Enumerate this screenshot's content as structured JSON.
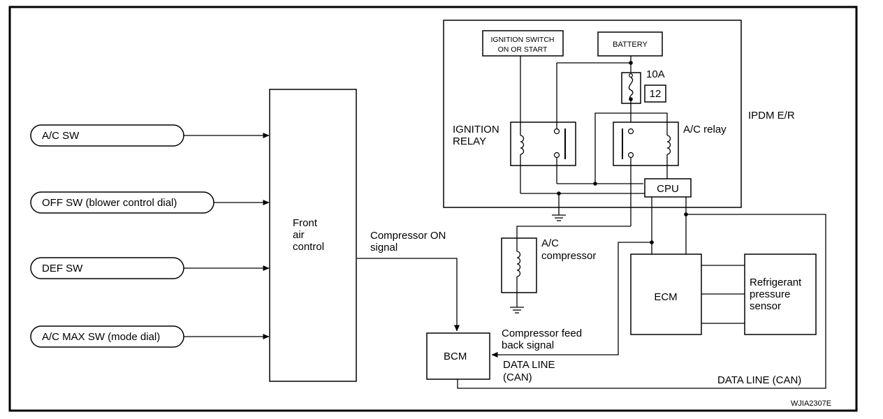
{
  "inputs": {
    "ac_sw": "A/C SW",
    "off_sw": "OFF SW (blower control dial)",
    "def_sw": "DEF SW",
    "ac_max_sw": "A/C MAX SW (mode dial)"
  },
  "front_air_control": [
    "Front",
    "air",
    "control"
  ],
  "compressor_on_signal": [
    "Compressor ON",
    "signal"
  ],
  "ipdm": {
    "title": "IPDM E/R",
    "ignition_switch": [
      "IGNITION SWITCH",
      "ON OR START"
    ],
    "battery": "BATTERY",
    "fuse_rating": "10A",
    "fuse_number": "12",
    "ignition_relay": [
      "IGNITION",
      "RELAY"
    ],
    "ac_relay": "A/C relay",
    "cpu": "CPU"
  },
  "ac_compressor": [
    "A/C",
    "compressor"
  ],
  "ecm": "ECM",
  "refrigerant_sensor": [
    "Refrigerant",
    "pressure",
    "sensor"
  ],
  "bcm": "BCM",
  "compressor_feedback": [
    "Compressor feed",
    "back signal"
  ],
  "data_line_bcm": [
    "DATA LINE",
    "(CAN)"
  ],
  "data_line_right": "DATA LINE (CAN)",
  "figure_code": "WJIA2307E"
}
